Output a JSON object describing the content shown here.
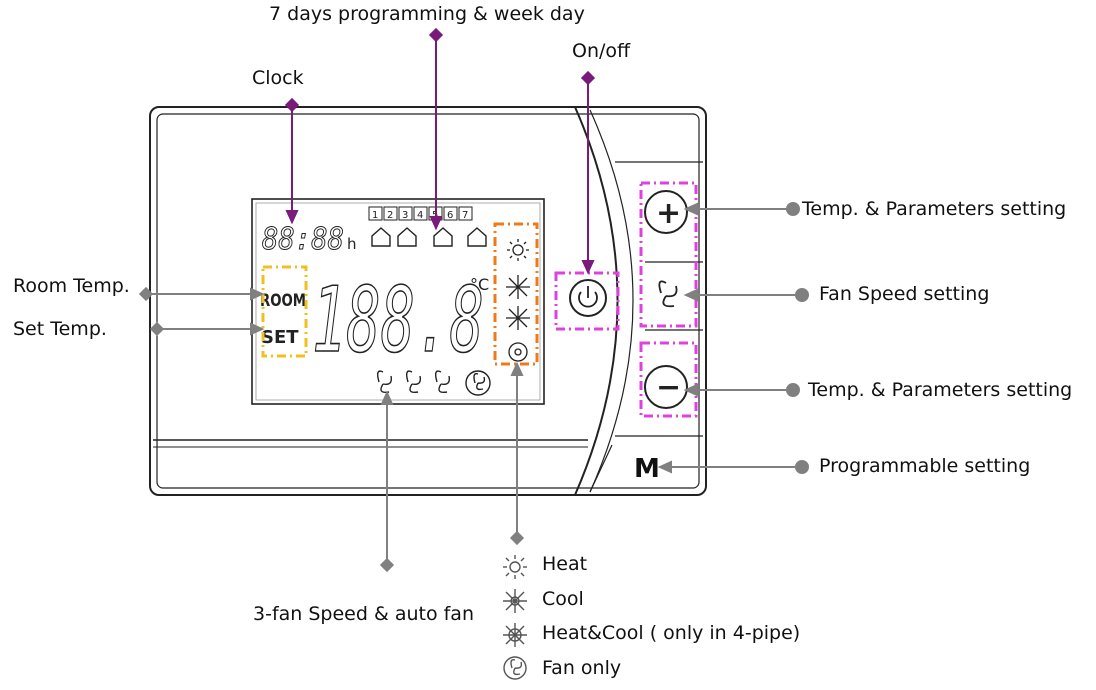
{
  "labels": {
    "programming": "7 days programming & week day",
    "clock": "Clock",
    "onoff": "On/off",
    "temp_plus": "Temp. & Parameters setting",
    "fan_speed": "Fan Speed setting",
    "temp_minus": "Temp. & Parameters setting",
    "programmable": "Programmable setting",
    "room_temp": "Room Temp.",
    "set_temp": "Set Temp.",
    "fan_speeds": "3-fan Speed & auto fan"
  },
  "lcd": {
    "clock": "88:88",
    "clock_unit": "h",
    "days": [
      "1",
      "2",
      "3",
      "4",
      "5",
      "6",
      "7"
    ],
    "room_label": "ROOM",
    "set_label": "SET",
    "temperature": "188.8",
    "unit": "°C"
  },
  "buttons": {
    "mode_label": "M",
    "plus_label": "+",
    "minus_label": "−"
  },
  "legend": [
    {
      "icon": "heat-icon",
      "label": "Heat"
    },
    {
      "icon": "cool-icon",
      "label": "Cool"
    },
    {
      "icon": "heat-cool-icon",
      "label": "Heat&Cool ( only in 4-pipe)"
    },
    {
      "icon": "fan-only-icon",
      "label": "Fan only"
    }
  ],
  "colors": {
    "callout_line": "#7a1a7a",
    "gray_line": "#808080",
    "magenta_highlight": "#e040e0",
    "orange_highlight": "#f07a1a",
    "yellow_highlight": "#f0c020"
  }
}
